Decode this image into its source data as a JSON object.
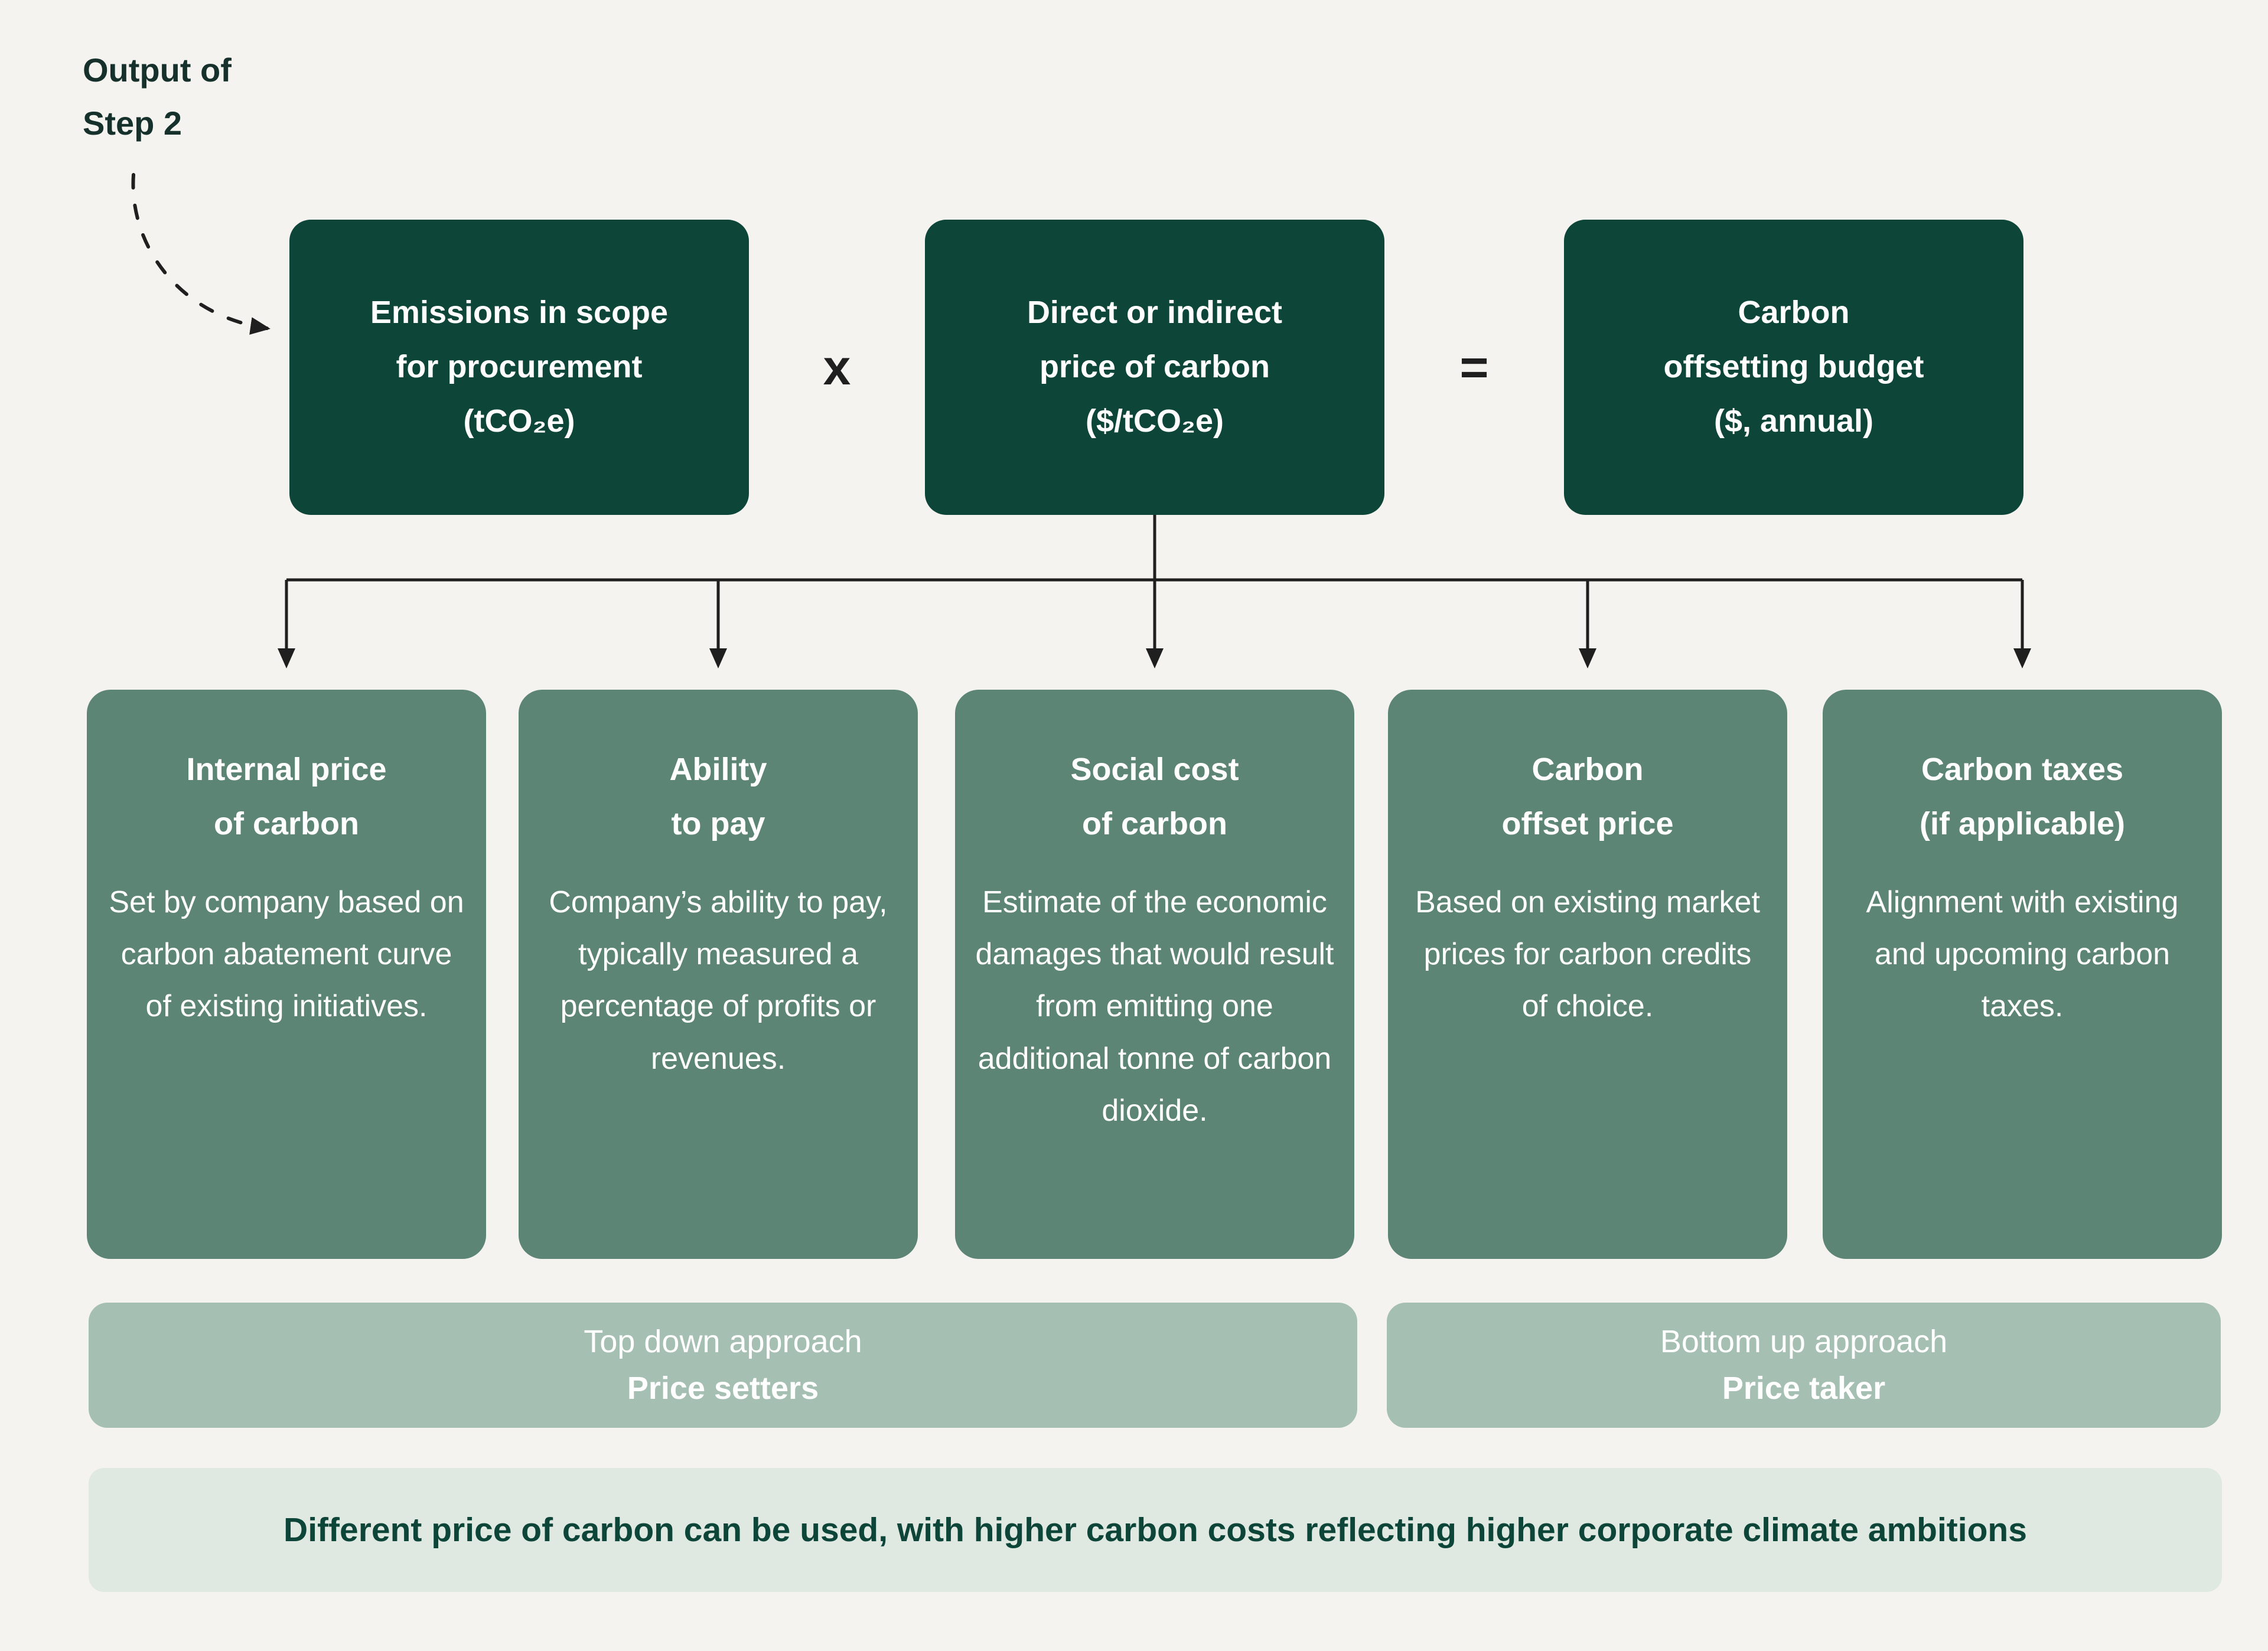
{
  "colors": {
    "background": "#f5f3f0",
    "dark_green": "#0d4538",
    "medium_green": "#5c8576",
    "light_green": "#a5bfb2",
    "pale_green": "#dfe9e2",
    "text_dark": "#16312c",
    "line": "#1f1f1f"
  },
  "annotation": {
    "label": "Output of\nStep 2"
  },
  "formula": {
    "inputs": [
      {
        "label": "Emissions in scope\nfor procurement\n(tCO₂e)"
      },
      {
        "label": "Direct or indirect\nprice of carbon\n($/tCO₂e)"
      },
      {
        "label": "Carbon\noffsetting budget\n($, annual)"
      }
    ],
    "multiply_operator": "x",
    "equals_operator": "="
  },
  "pricing_options": [
    {
      "title": "Internal price\nof carbon",
      "description": "Set by company based on carbon abatement curve of existing initiatives."
    },
    {
      "title": "Ability\nto pay",
      "description": "Company’s ability to pay, typically measured a percentage of profits or revenues."
    },
    {
      "title": "Social cost\nof carbon",
      "description": "Estimate of the economic damages that would result from emitting one additional tonne of carbon dioxide."
    },
    {
      "title": "Carbon\noffset price",
      "description": "Based on existing market prices for carbon credits of choice."
    },
    {
      "title": "Carbon taxes\n(if applicable)",
      "description": "Alignment with existing and upcoming carbon taxes."
    }
  ],
  "approaches": [
    {
      "line1": "Top down approach",
      "line2": "Price setters"
    },
    {
      "line1": "Bottom up approach",
      "line2": "Price taker"
    }
  ],
  "footnote": "Different price of carbon can be used, with higher carbon costs reflecting higher corporate climate ambitions"
}
